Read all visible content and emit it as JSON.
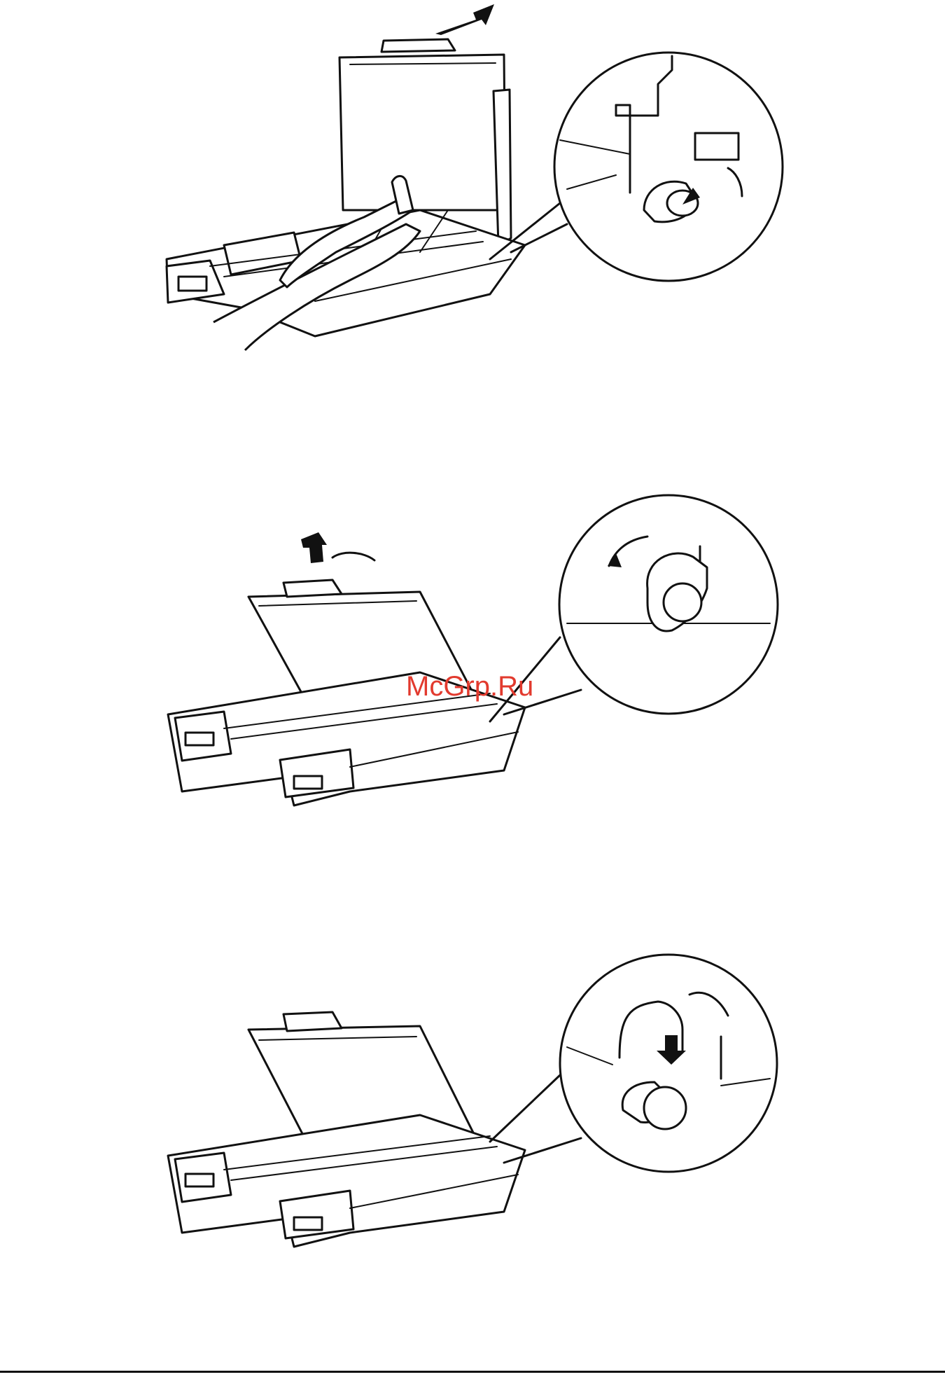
{
  "watermark": {
    "text": "McGrp.Ru",
    "color": "#e23a2e"
  },
  "figures": [
    {
      "id": "fig-1",
      "arrow_icon": "arrow-up-right-icon",
      "detail_icon": "latch-detail-icon"
    },
    {
      "id": "fig-2",
      "arrow_icon": "arrow-up-icon",
      "detail_icon": "latch-rotate-detail-icon"
    },
    {
      "id": "fig-3",
      "arrow_icon": "arrow-down-icon",
      "detail_icon": "latch-lower-detail-icon"
    }
  ]
}
